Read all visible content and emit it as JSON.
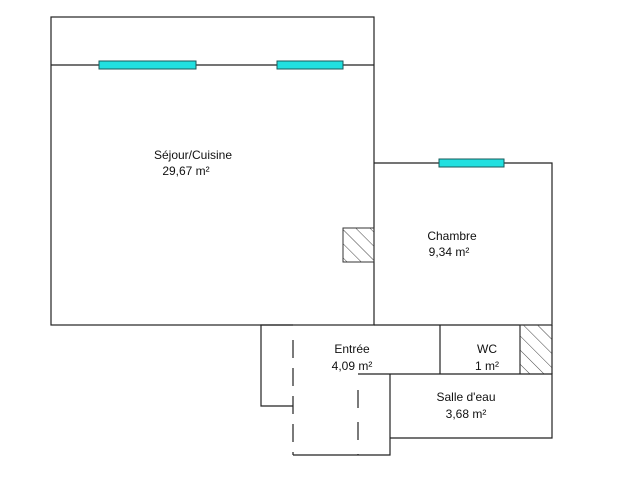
{
  "plan": {
    "rooms": [
      {
        "name": "Séjour/Cuisine",
        "area": "29,67  m²"
      },
      {
        "name": "Chambre",
        "area": "9,34  m²"
      },
      {
        "name": "Entrée",
        "area": "4,09  m²"
      },
      {
        "name": "WC",
        "area": "1  m²"
      },
      {
        "name": "Salle d'eau",
        "area": "3,68  m²"
      }
    ],
    "colors": {
      "window": "#22e0e0",
      "wall": "#222222"
    }
  }
}
